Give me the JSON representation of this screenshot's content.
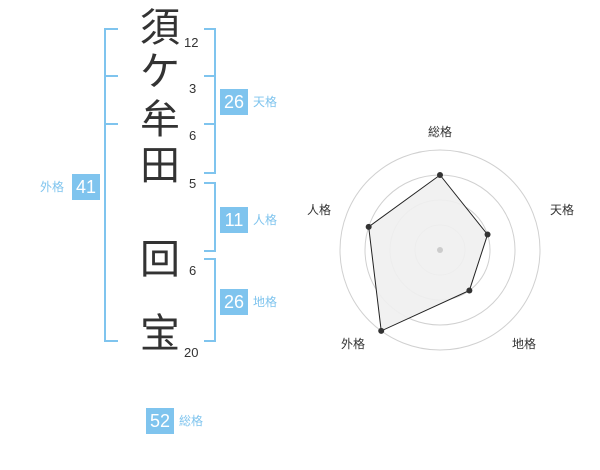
{
  "name_chars": [
    {
      "char": "須",
      "strokes": "12"
    },
    {
      "char": "ケ",
      "strokes": "3"
    },
    {
      "char": "牟",
      "strokes": "6"
    },
    {
      "char": "田",
      "strokes": "5"
    },
    {
      "char": "回",
      "strokes": "6"
    },
    {
      "char": "宝",
      "strokes": "20"
    }
  ],
  "fortune": {
    "tenkaku": {
      "value": "26",
      "label": "天格"
    },
    "jinkaku": {
      "value": "11",
      "label": "人格"
    },
    "chikaku": {
      "value": "26",
      "label": "地格"
    },
    "gaikaku": {
      "value": "41",
      "label": "外格"
    },
    "soukaku": {
      "value": "52",
      "label": "総格"
    }
  },
  "radar": {
    "labels": {
      "top": "総格",
      "right": "天格",
      "bottom_right": "地格",
      "bottom_left": "外格",
      "left": "人格"
    },
    "levels": 4,
    "scores": {
      "soukaku": 3,
      "tenkaku": 2,
      "chikaku": 2,
      "gaikaku": 4,
      "jinkaku": 3
    },
    "fill_color": "#f0f0f0",
    "line_color": "#222222",
    "ring_color": "#d0d0d0"
  },
  "colors": {
    "accent": "#7fc4ee",
    "text": "#333333"
  }
}
